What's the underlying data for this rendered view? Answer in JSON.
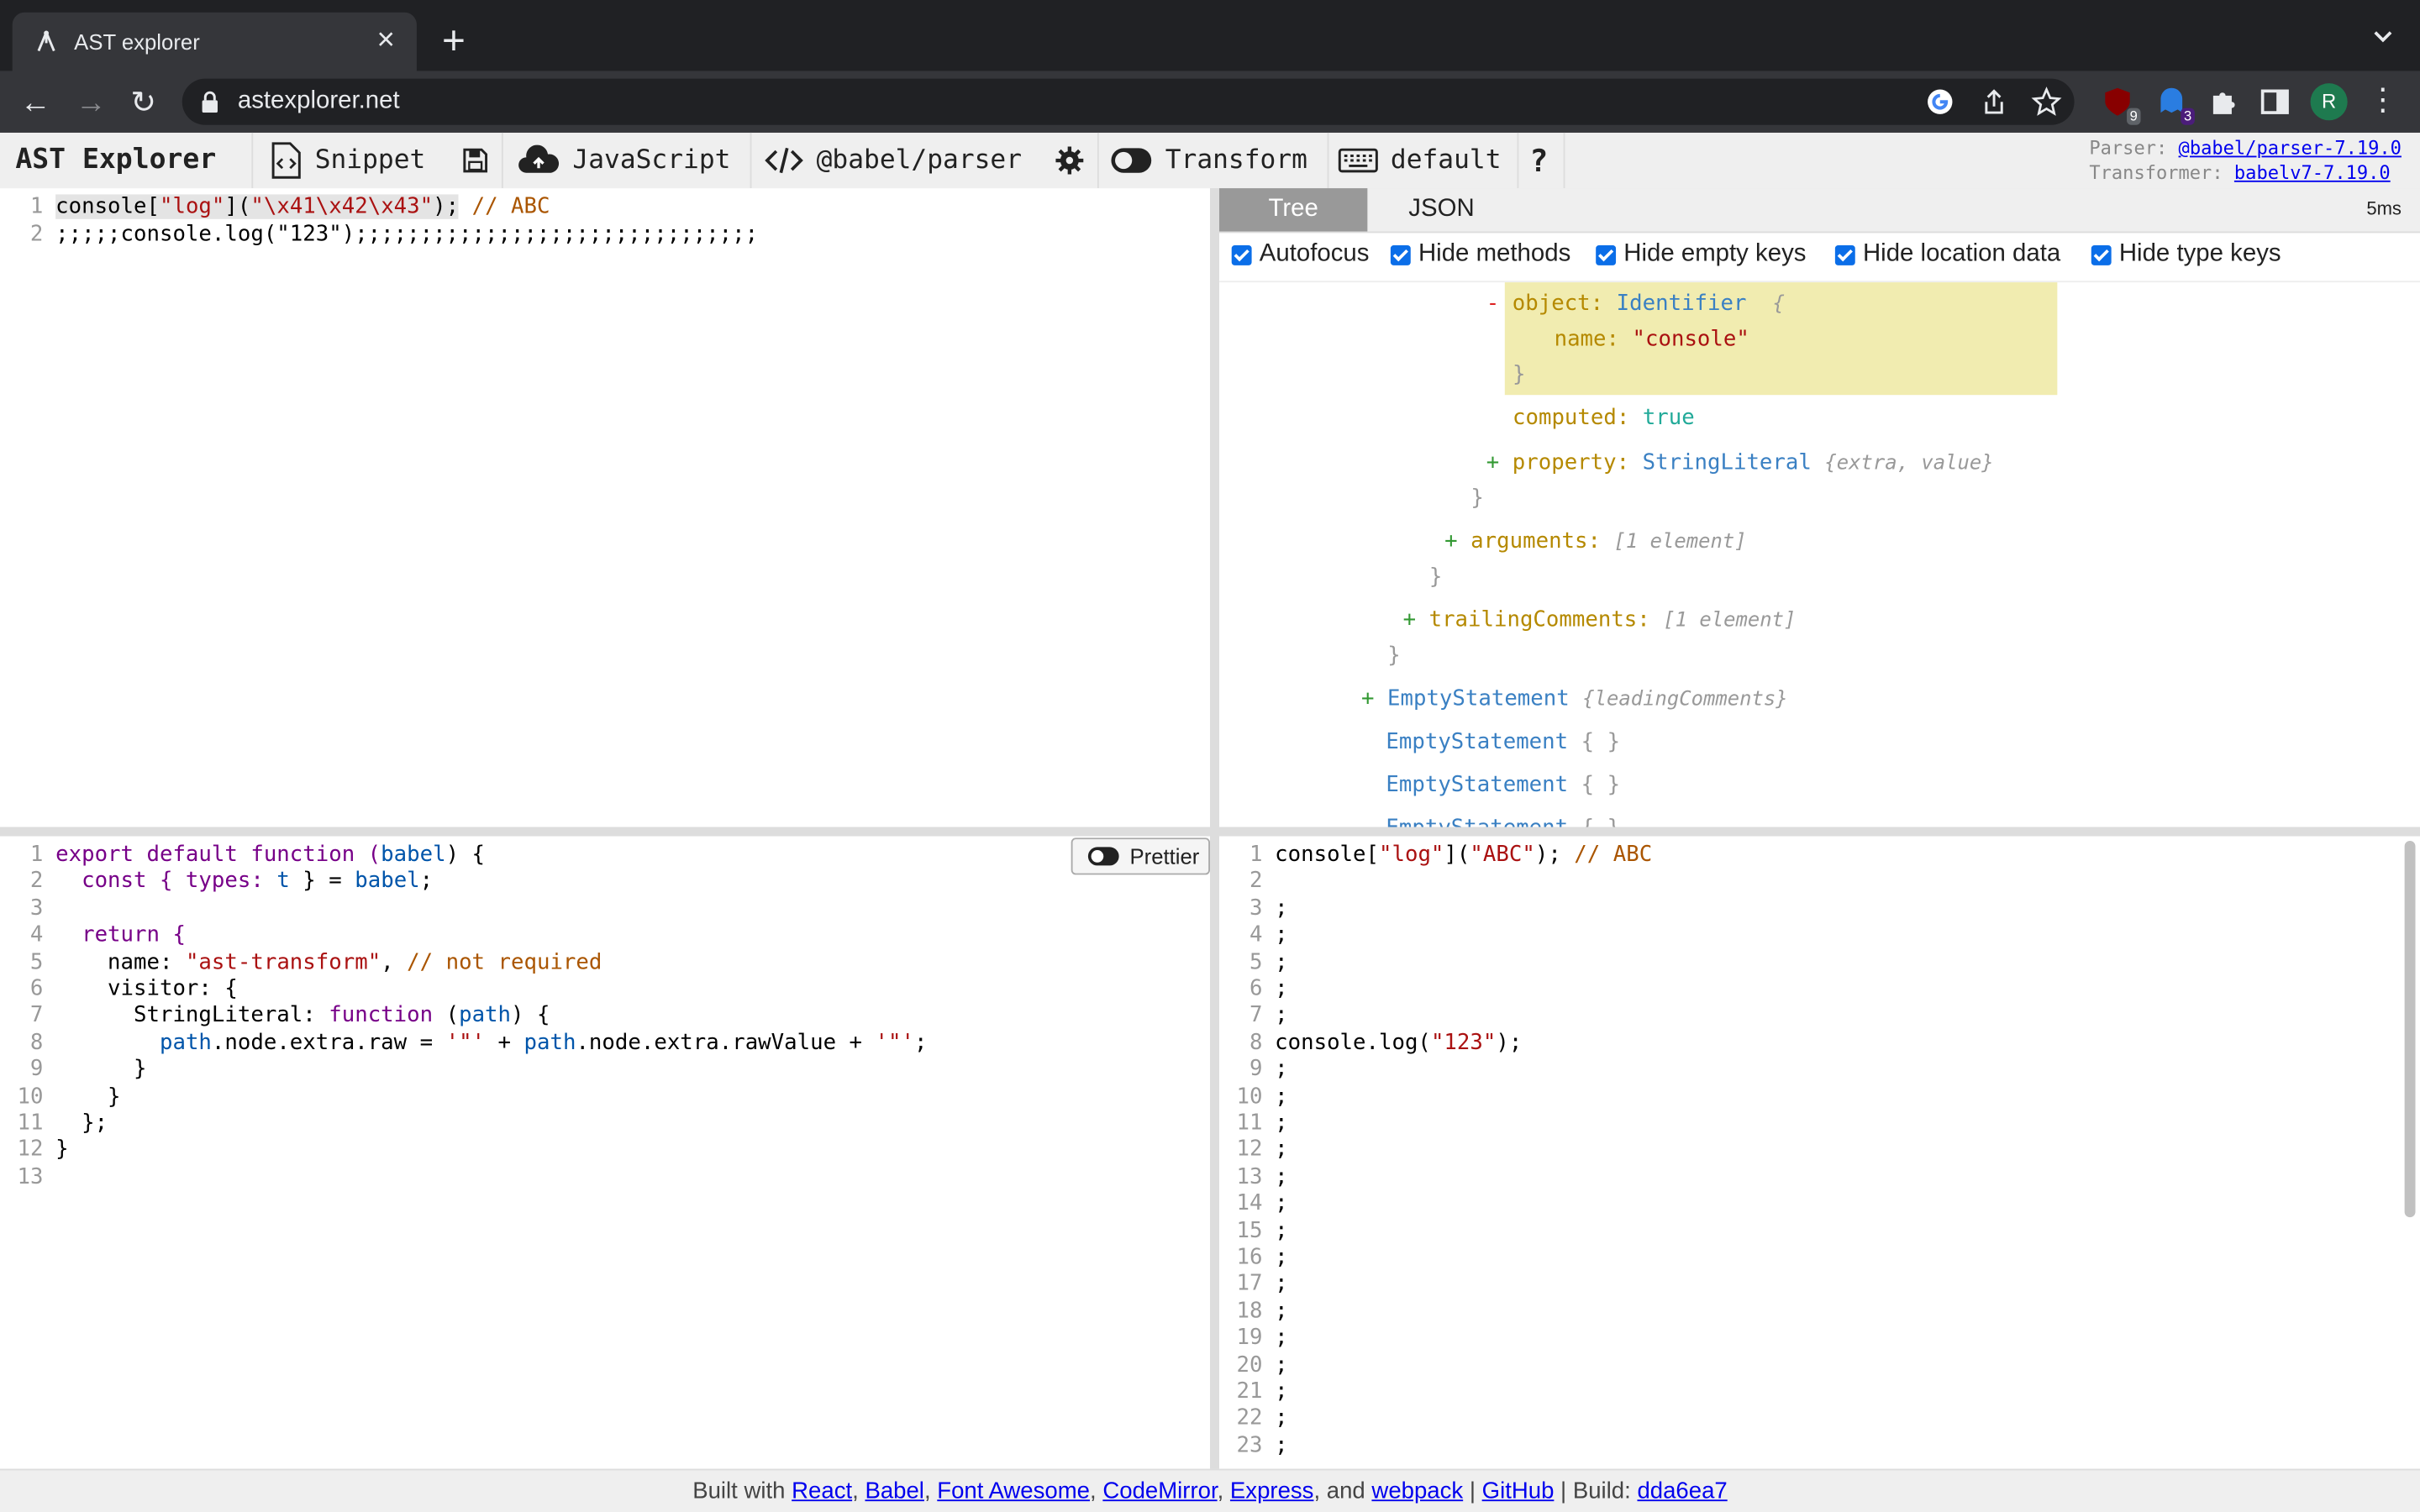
{
  "browser": {
    "tab_title": "AST explorer",
    "url": "astexplorer.net",
    "ext_badge_1": "9",
    "ext_badge_2": "3",
    "avatar_letter": "R"
  },
  "app": {
    "brand": "AST Explorer",
    "snippet": "Snippet",
    "language": "JavaScript",
    "parser": "@babel/parser",
    "transform": "Transform",
    "keymap": "default",
    "help": "?",
    "parser_label": "Parser:",
    "parser_link": "@babel/parser-7.19.0",
    "transformer_label": "Transformer:",
    "transformer_link": "babelv7-7.19.0"
  },
  "source_editor": {
    "line1": [
      "console[",
      "\"log\"",
      "](",
      "\"\\x41\\x42\\x43\"",
      ");",
      " // ABC"
    ],
    "line2": ";;;;;console.log(\"123\");;;;;;;;;;;;;;;;;;;;;;;;;;;;;;;"
  },
  "output_tabs": {
    "tree": "Tree",
    "json": "JSON",
    "time": "5ms"
  },
  "options": [
    {
      "label": "Autofocus",
      "checked": true
    },
    {
      "label": "Hide methods",
      "checked": true
    },
    {
      "label": "Hide empty keys",
      "checked": true
    },
    {
      "label": "Hide location data",
      "checked": true
    },
    {
      "label": "Hide type keys",
      "checked": true
    }
  ],
  "tree": {
    "object_key": "object:",
    "object_type": "Identifier",
    "name_key": "name:",
    "name_val": "\"console\"",
    "computed_key": "computed:",
    "computed_val": "true",
    "property_key": "property:",
    "property_type": "StringLiteral",
    "property_summary": "{extra, value}",
    "arguments_key": "arguments:",
    "arguments_summary": "[1 element]",
    "trailing_key": "trailingComments:",
    "trailing_summary": "[1 element]",
    "empty1": "EmptyStatement",
    "empty1_summary": "{leadingComments}",
    "empty2": "EmptyStatement",
    "empty3": "EmptyStatement",
    "empty4": "EmptyStatement",
    "empty_braces": "{ }",
    "open_brace": "{",
    "close_brace": "}",
    "minus": "-",
    "plus": "+"
  },
  "transform_editor": {
    "prettier": "Prettier",
    "lines": [
      [
        "export default function (",
        "babel",
        ") {"
      ],
      [
        "  const { types: ",
        "t",
        " } = ",
        "babel",
        ";"
      ],
      [
        ""
      ],
      [
        "  return {"
      ],
      [
        "    name: ",
        "\"ast-transform\"",
        ", ",
        "// not required"
      ],
      [
        "    visitor: {"
      ],
      [
        "      StringLiteral: ",
        "function",
        " (",
        "path",
        ") {"
      ],
      [
        "        ",
        "path",
        ".node.extra.raw = ",
        "'\"'",
        " + ",
        "path",
        ".node.extra.rawValue + ",
        "'\"'",
        ";"
      ],
      [
        "      }"
      ],
      [
        "    }"
      ],
      [
        "  };"
      ],
      [
        "}"
      ],
      [
        ""
      ]
    ]
  },
  "result_editor": {
    "line1": [
      "console[",
      "\"log\"",
      "](",
      "\"ABC\"",
      "); ",
      "// ABC"
    ],
    "line8": [
      "console.log(",
      "\"123\"",
      ");"
    ],
    "semicolon": ";"
  },
  "footer": {
    "built_with": "Built with",
    "react": "React",
    "babel": "Babel",
    "fontawesome": "Font Awesome",
    "codemirror": "CodeMirror",
    "express": "Express",
    "and": "and",
    "webpack": "webpack",
    "github": "GitHub",
    "build_label": "Build:",
    "build_hash": "dda6ea7"
  },
  "colors": {
    "chrome_dark": "#202124",
    "chrome_tab": "#35363a",
    "highlight": "#f1ecb0",
    "keyword": "#770088",
    "string": "#aa1111",
    "comment": "#aa5500",
    "variable": "#0055aa",
    "tree_key": "#b58900",
    "tree_type": "#3a80c3"
  }
}
